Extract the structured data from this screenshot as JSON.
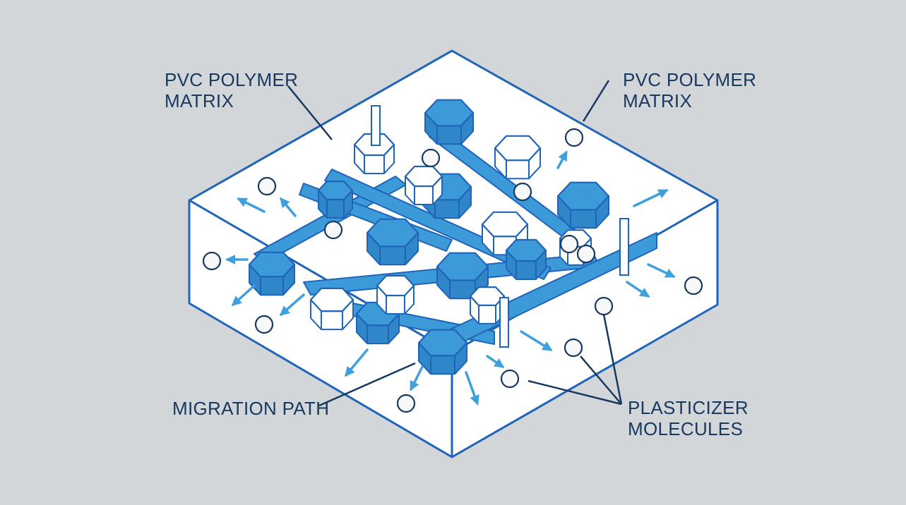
{
  "labels": {
    "matrix_left": {
      "line1": "PVC POLYMER",
      "line2": "MATRIX"
    },
    "matrix_right": {
      "line1": "PVC POLYMER",
      "line2": "MATRIX"
    },
    "migration": {
      "text": "MIGRATION PATH"
    },
    "plasticizer": {
      "line1": "PLASTICIZER",
      "line2": "MOLECULES"
    }
  },
  "colors": {
    "background": "#d3d6d9",
    "box_face": "#ffffff",
    "outline": "#1f64b8",
    "hexagon_fill": "#3d9ad9",
    "hexagon_dark": "#2f86c8",
    "arrow": "#3ea0dc",
    "text": "#17385f",
    "leader": "#17385f"
  },
  "icons": {
    "molecule": "circle-icon",
    "migration": "arrow-icon"
  }
}
